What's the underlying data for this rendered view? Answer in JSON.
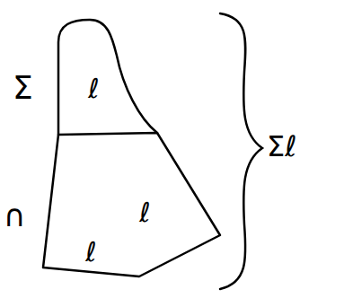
{
  "diagram": {
    "nodes": [
      {
        "text": [
          "ℓ"
        ]
      },
      {
        "text": [
          "ℓ",
          "ℓ"
        ]
      }
    ],
    "labels": [
      "Σ",
      "∩",
      "Σℓ"
    ]
  }
}
